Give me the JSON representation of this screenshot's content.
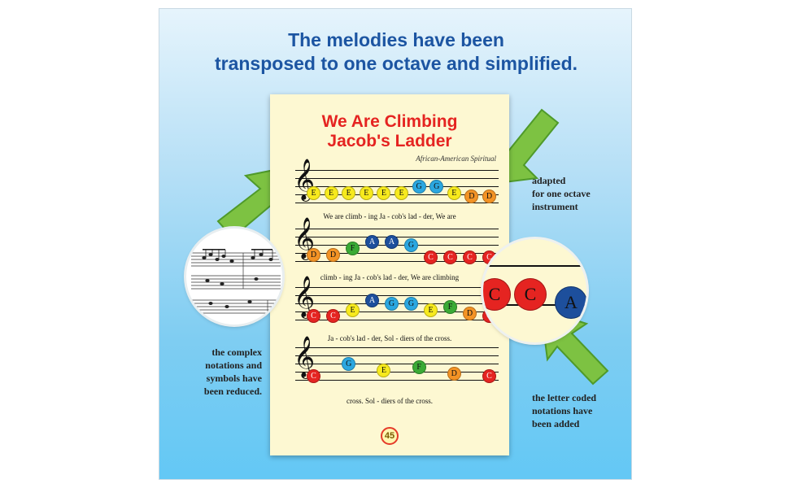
{
  "headline": {
    "line1": "The melodies have been",
    "line2": "transposed to one octave and simplified."
  },
  "sheet": {
    "title_line1": "We Are Climbing",
    "title_line2": "Jacob's Ladder",
    "subtitle": "African-American Spiritual",
    "page_number": "45",
    "staves": [
      {
        "notes": [
          {
            "letter": "E",
            "color": "#f7ea1d"
          },
          {
            "letter": "E",
            "color": "#f7ea1d"
          },
          {
            "letter": "E",
            "color": "#f7ea1d"
          },
          {
            "letter": "E",
            "color": "#f7ea1d"
          },
          {
            "letter": "E",
            "color": "#f7ea1d"
          },
          {
            "letter": "E",
            "color": "#f7ea1d"
          },
          {
            "letter": "G",
            "color": "#2ba7e0"
          },
          {
            "letter": "G",
            "color": "#2ba7e0"
          },
          {
            "letter": "E",
            "color": "#f7ea1d"
          },
          {
            "letter": "D",
            "color": "#f39325"
          },
          {
            "letter": "D",
            "color": "#f39325"
          }
        ],
        "lyrics": "We are climb - ing Ja - cob's lad - der, We are"
      },
      {
        "notes": [
          {
            "letter": "D",
            "color": "#f39325"
          },
          {
            "letter": "D",
            "color": "#f39325"
          },
          {
            "letter": "F",
            "color": "#3aaa35"
          },
          {
            "letter": "A",
            "color": "#1d4f9c"
          },
          {
            "letter": "A",
            "color": "#1d4f9c"
          },
          {
            "letter": "G",
            "color": "#2ba7e0"
          },
          {
            "letter": "C",
            "color": "#e52421"
          },
          {
            "letter": "C",
            "color": "#e52421"
          },
          {
            "letter": "C",
            "color": "#e52421"
          },
          {
            "letter": "C",
            "color": "#e52421"
          }
        ],
        "lyrics": "climb - ing Ja - cob's lad - der, We are climbing"
      },
      {
        "notes": [
          {
            "letter": "C",
            "color": "#e52421"
          },
          {
            "letter": "C",
            "color": "#e52421"
          },
          {
            "letter": "E",
            "color": "#f7ea1d"
          },
          {
            "letter": "A",
            "color": "#1d4f9c"
          },
          {
            "letter": "G",
            "color": "#2ba7e0"
          },
          {
            "letter": "G",
            "color": "#2ba7e0"
          },
          {
            "letter": "E",
            "color": "#f7ea1d"
          },
          {
            "letter": "F",
            "color": "#3aaa35"
          },
          {
            "letter": "D",
            "color": "#f39325"
          },
          {
            "letter": "C",
            "color": "#e52421"
          }
        ],
        "lyrics": "Ja - cob's lad - der, Sol - diers of the cross."
      },
      {
        "notes": [
          {
            "letter": "C",
            "color": "#e52421"
          },
          {
            "letter": "G",
            "color": "#2ba7e0"
          },
          {
            "letter": "E",
            "color": "#f7ea1d"
          },
          {
            "letter": "F",
            "color": "#3aaa35"
          },
          {
            "letter": "D",
            "color": "#f39325"
          },
          {
            "letter": "C",
            "color": "#e52421"
          }
        ],
        "lyrics": "cross. Sol - diers of the cross."
      }
    ]
  },
  "callouts": {
    "adapted": [
      "adapted",
      "for one octave",
      "instrument"
    ],
    "reduced": [
      "the complex",
      "notations and",
      "symbols have",
      "been reduced."
    ],
    "added": [
      "the letter coded",
      "notations have",
      "been added"
    ]
  },
  "zoom_notes": [
    {
      "letter": "C",
      "color": "#e52421"
    },
    {
      "letter": "C",
      "color": "#e52421"
    },
    {
      "letter": "A",
      "color": "#1d4f9c"
    }
  ],
  "colors": {
    "headline": "#1c55a2",
    "title": "#e52421",
    "sheet_bg": "#fdf8d2",
    "arrow": "#7dc242"
  }
}
